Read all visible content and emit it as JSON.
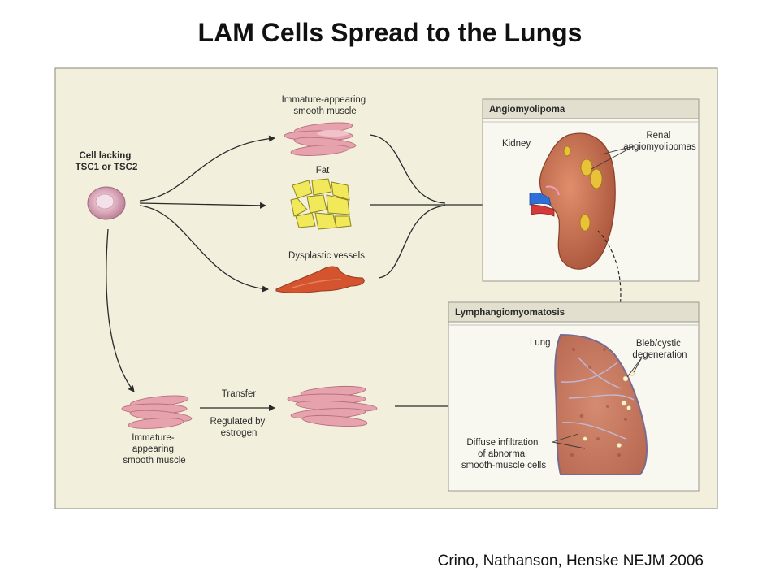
{
  "title": "LAM Cells Spread to the Lungs",
  "citation": "Crino, Nathanson, Henske NEJM 2006",
  "source_cell": {
    "line1": "Cell lacking",
    "line2": "TSC1 or TSC2"
  },
  "tissues": {
    "smooth_muscle": {
      "line1": "Immature-appearing",
      "line2": "smooth muscle"
    },
    "fat": {
      "label": "Fat"
    },
    "vessels": {
      "label": "Dysplastic vessels"
    }
  },
  "lower_path": {
    "cells": {
      "line1": "Immature-",
      "line2": "appearing",
      "line3": "smooth muscle"
    },
    "transfer": "Transfer",
    "regulated": {
      "line1": "Regulated by",
      "line2": "estrogen"
    }
  },
  "angiomyolipoma_panel": {
    "title": "Angiomyolipoma",
    "organ": "Kidney",
    "lesion": {
      "line1": "Renal",
      "line2": "angiomyolipomas"
    }
  },
  "lam_panel": {
    "title": "Lymphangiomyomatosis",
    "organ": "Lung",
    "bleb": {
      "line1": "Bleb/cystic",
      "line2": "degeneration"
    },
    "infiltration": {
      "line1": "Diffuse infiltration",
      "line2": "of abnormal",
      "line3": "smooth-muscle cells"
    }
  },
  "colors": {
    "panel_bg": "#f2efdc",
    "panel_border": "#9a9a8e",
    "cell_pink": "#e7a3ad",
    "fat_yellow": "#f1e85a",
    "vessel_orange": "#d4542f",
    "kidney_brown": "#c06a4e",
    "lung_tissue": "#c77a60"
  }
}
